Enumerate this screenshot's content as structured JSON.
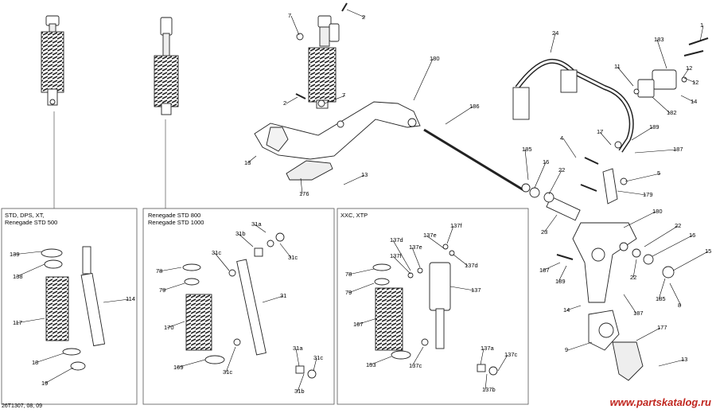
{
  "boxes": {
    "std": {
      "lines": [
        "STD, DPS, XT,",
        "Renegade STD 500"
      ]
    },
    "renegade": {
      "lines": [
        "Renegade STD 800",
        "Renegade STD 1000"
      ]
    },
    "xxc": {
      "lines": [
        "XXC, XTP"
      ]
    }
  },
  "callouts": {
    "main": [
      "7",
      "2",
      "2",
      "7",
      "13",
      "176",
      "13",
      "180",
      "186",
      "24",
      "183",
      "1",
      "11",
      "12",
      "12",
      "14",
      "182",
      "17",
      "189",
      "187",
      "4",
      "185",
      "16",
      "22",
      "5",
      "179",
      "180",
      "22",
      "16",
      "15",
      "23",
      "187",
      "189",
      "22",
      "185",
      "8",
      "14",
      "187",
      "9",
      "177",
      "13"
    ],
    "std": [
      "139",
      "138",
      "117",
      "18",
      "19",
      "114"
    ],
    "renegade": [
      "31a",
      "31b",
      "31c",
      "31c",
      "78",
      "79",
      "31",
      "170",
      "169",
      "31c",
      "31a",
      "31c",
      "31b"
    ],
    "xxc": [
      "137d",
      "137e",
      "137f",
      "137f",
      "137e",
      "137d",
      "78",
      "79",
      "137",
      "167",
      "153",
      "137c",
      "137a",
      "137c",
      "137b"
    ]
  },
  "footer_code": "26T1307, 08, 09",
  "watermark": "www.partskatalog.ru"
}
